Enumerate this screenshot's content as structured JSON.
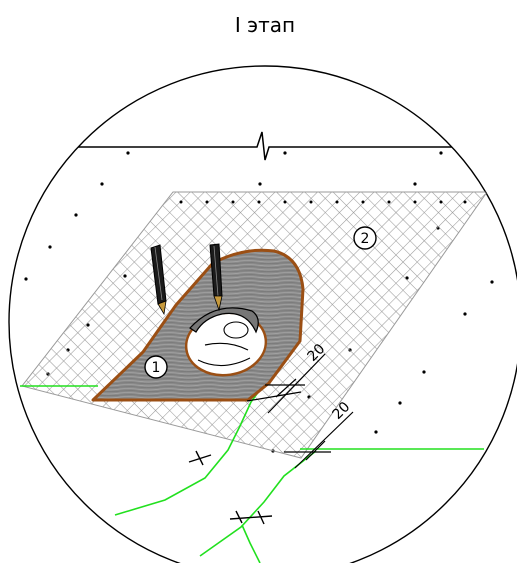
{
  "title": "I этап",
  "callouts": {
    "one": "1",
    "two": "2"
  },
  "dimensions": {
    "upper": "20",
    "lower": "20"
  },
  "colors": {
    "outline": "#000000",
    "seam": "#22e01f",
    "patch_fill": "#808080",
    "patch_border": "#9b4f14",
    "mesh": "#9a9a9a"
  }
}
